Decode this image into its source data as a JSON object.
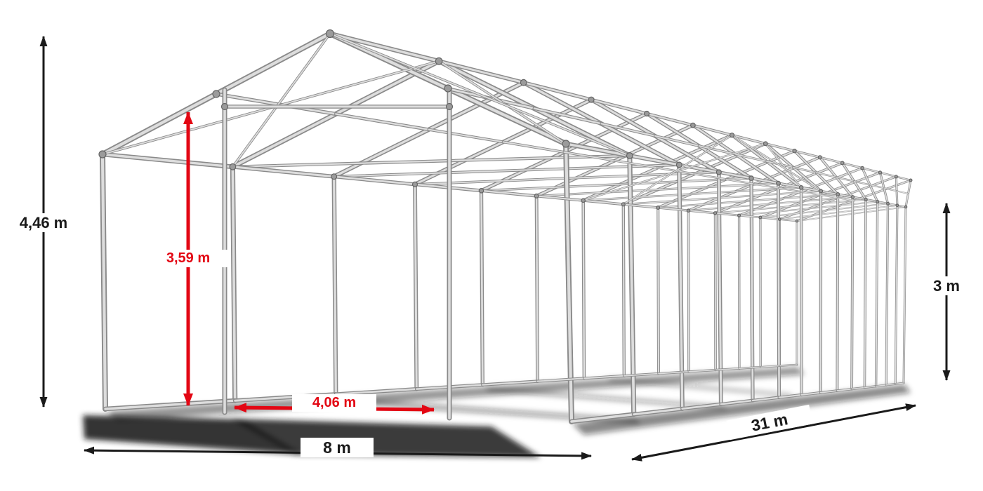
{
  "diagram": {
    "labels": {
      "total_height": "4,46 m",
      "door_height": "3,59 m",
      "side_height": "3 m",
      "door_width": "4,06 m",
      "width": "8 m",
      "length": "31 m"
    },
    "colors": {
      "dimension_black": "#1a1a1a",
      "dimension_red": "#e30613",
      "frame_edge": "#8a8a8a",
      "frame_fill": "#dddddd",
      "shadow": "#161616",
      "background": "#ffffff"
    }
  }
}
